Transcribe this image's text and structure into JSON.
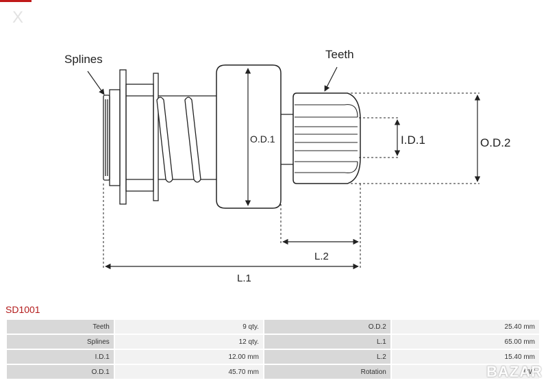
{
  "window": {
    "close_glyph": "X",
    "accent_color": "#c01a1a"
  },
  "diagram": {
    "labels": {
      "splines": "Splines",
      "teeth": "Teeth",
      "od1": "O.D.1",
      "id1": "I.D.1",
      "od2": "O.D.2",
      "l1": "L.1",
      "l2": "L.2"
    }
  },
  "part": {
    "code": "SD1001",
    "code_color": "#b31b1b"
  },
  "specs": {
    "rows": [
      {
        "label_left": "Teeth",
        "value_left": "9 qty.",
        "label_right": "O.D.2",
        "value_right": "25.40 mm"
      },
      {
        "label_left": "Splines",
        "value_left": "12 qty.",
        "label_right": "L.1",
        "value_right": "65.00 mm"
      },
      {
        "label_left": "I.D.1",
        "value_left": "12.00 mm",
        "label_right": "L.2",
        "value_right": "15.40 mm"
      },
      {
        "label_left": "O.D.1",
        "value_left": "45.70 mm",
        "label_right": "Rotation",
        "value_right": "CW"
      }
    ]
  },
  "watermark": {
    "text": "BAZAR",
    "icon": "bazar-logo"
  }
}
